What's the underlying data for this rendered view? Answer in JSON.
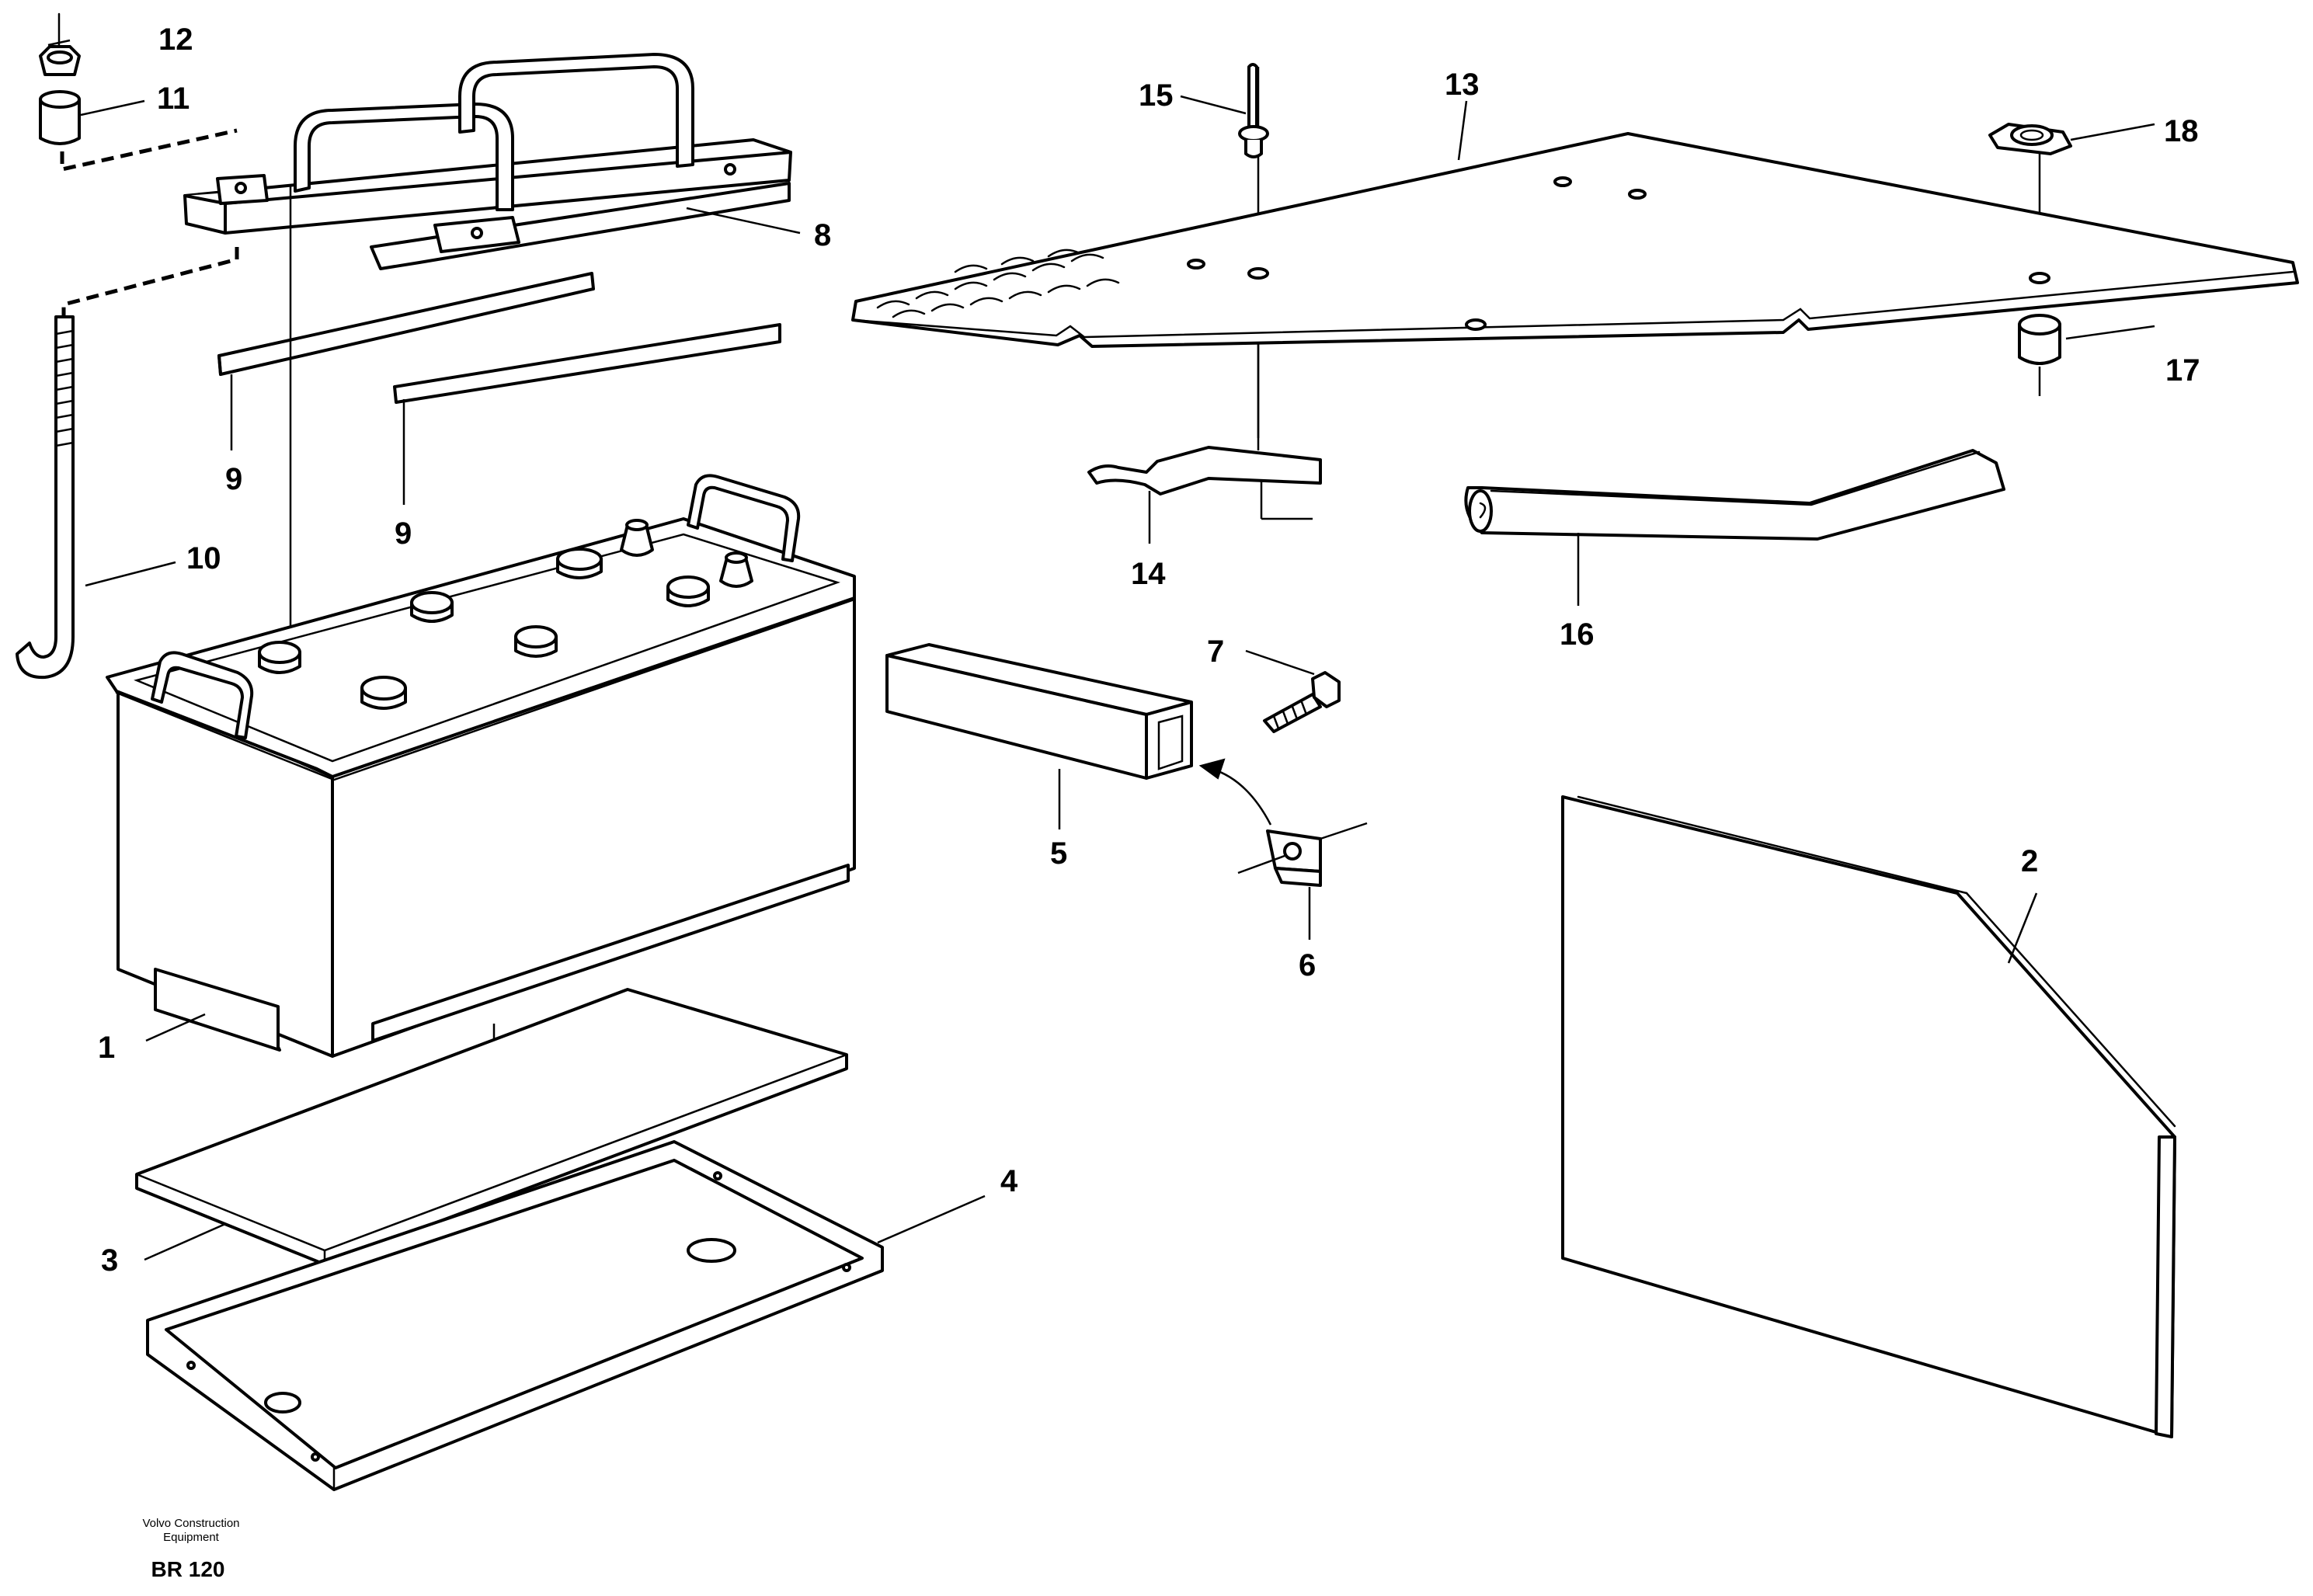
{
  "diagram": {
    "callouts": [
      "1",
      "2",
      "3",
      "4",
      "5",
      "6",
      "7",
      "8",
      "9",
      "9",
      "10",
      "11",
      "12",
      "13",
      "14",
      "15",
      "16",
      "17",
      "18"
    ],
    "footer": {
      "brand_line1": "Volvo Construction",
      "brand_line2": "Equipment",
      "code": "BR 120"
    }
  }
}
